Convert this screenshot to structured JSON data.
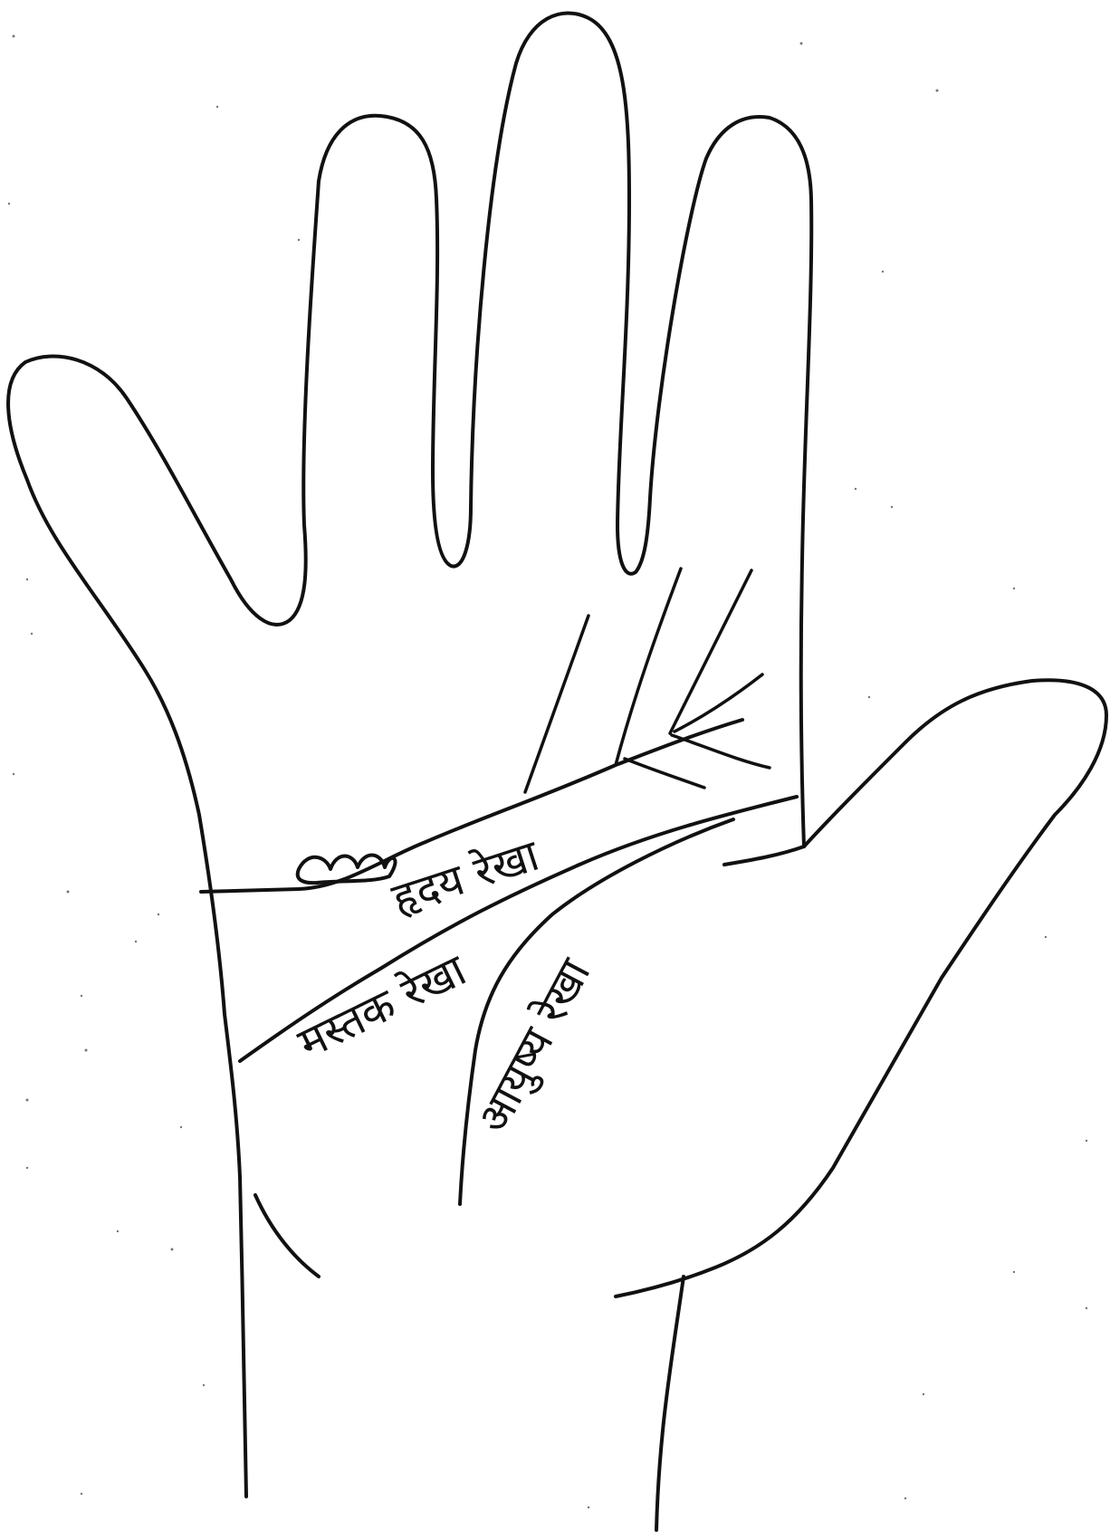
{
  "labels": {
    "heart_line": "हृदय रेखा",
    "head_line": "मस्तक रेखा",
    "life_line": "आयुष्य रेखा"
  },
  "colors": {
    "ink": "#111111",
    "paper": "#ffffff"
  }
}
